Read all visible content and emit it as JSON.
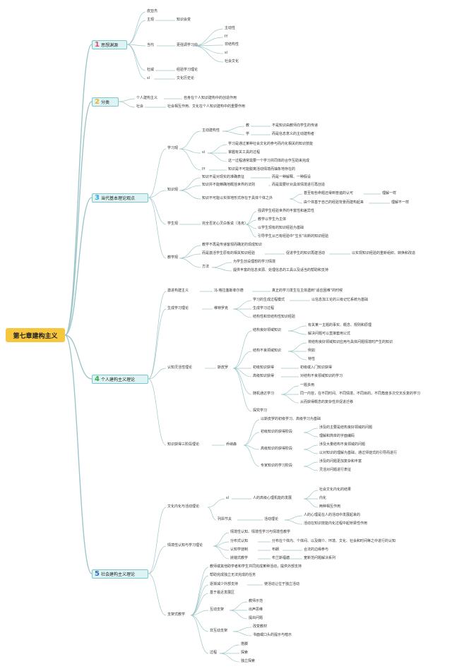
{
  "colors": {
    "line": "#9ec6c9",
    "root_bg": "#f7c63f",
    "section_bg": "#def3f4",
    "section_border": "#7cc9cd",
    "num1": "#e8496a",
    "num2": "#f0b323",
    "num3": "#3aa7d9",
    "num4": "#37a84a",
    "num5": "#2f6fb5"
  },
  "root": {
    "label": "第七章建构主义"
  },
  "sections": [
    {
      "num": "1",
      "label": "思想渊源"
    },
    {
      "num": "2",
      "label": "分类"
    },
    {
      "num": "3",
      "label": "当代基本理论观点"
    },
    {
      "num": "4",
      "label": "个人建构主义理论"
    },
    {
      "num": "5",
      "label": "社会建构主义理论"
    }
  ],
  "s1": {
    "a": "皮亚杰",
    "b": "主观",
    "b1": "知识会变",
    "c": "当代",
    "c1": "更强调学习中",
    "c1a": "主动性",
    "c1b": "IY",
    "c1c": "非结构性",
    "c1d": "sl",
    "c1e": "社会文化",
    "d": "杜威",
    "d1": "经验学习理论",
    "e": "sl",
    "e1": "文化历史论"
  },
  "s2": {
    "a": "个人建构主义",
    "a1": "自身在个人知识建构中的创造作用",
    "b": "社会",
    "b1": "社会相互作用、文化在个人知识建构中的重要作用"
  },
  "s3": {
    "xx": "学习观",
    "xx1": "主动建构性",
    "xx1a": "教",
    "xx1a1": "不是知识由教师向学生的传递",
    "xx1b": "学",
    "xx1b1": "而是信息意义的主动建构者",
    "xx2": "sl",
    "xx2a": "学习是通过某种社会文化的参与而内化相关的知识技能",
    "xx2b": "掌握有关工具的过程",
    "xx2c": "这一过程通常需要一个学习共同体的合作互助来完成",
    "xx3": "IY",
    "xx3a": "知识是不可能脱离活动情境而抽象地存在的",
    "zs": "知识观",
    "zs1": "知识不是对现实的准确表征",
    "zs1a": "而是一种解释、一种假设",
    "zs2": "知识并不能精确地概括世界的法则",
    "zs2a": "而是需要针对具体情境进行再创造",
    "zs3": "知识不可能以实体地形式存在于具体个体之外",
    "zs3a": "甚至有些命题还得到普遍的认可",
    "zs3a1": "理解一样",
    "zs3b": "由个体基于自己的经验背景而建构起来",
    "zs3b1": "理解不一样",
    "xs": "学生观",
    "xs1": "完全否定心灵白板说（洛克）",
    "xs1a": "强调学生经验世界的丰富性和差异性",
    "xs1b": "教学以学生为主体",
    "xs1c": "以学生现有的知识经验为基础",
    "xs1d": "引导学生从已有经验中“生长”出新的知识经验",
    "jx": "教学观",
    "jx1": "教学不再是传递客观而确定的现成知识",
    "jx2": "而是激活学生原有的相关知识经验",
    "jx2a": "促进学生的知识再建活动",
    "jx2b": "以实现知识经验的重新组织、转换和改造",
    "jx3": "方法",
    "jx3a": "为学生创设理想的学习情境",
    "jx3b": "提供丰富的信息资源、处理信息的工具以及适当的帮助和支持"
  },
  "s4": {
    "a": "激进构建主义",
    "a1": "冯·格拉塞斯菲尔德",
    "a2": "真正的学习发生在主体遇到“适应困难”的时候",
    "b": "生成学习理论",
    "b1": "维特罗克",
    "b1a": "学习的生成过程模式",
    "b1a1": "以信息加工论的三级记忆系统为基础",
    "b1b": "生成学习过程",
    "b1c": "结构性和非结构性知识经验",
    "c": "认知灵活性理论",
    "c1": "斯皮罗",
    "c1a": "结构良好领域知识",
    "c1a1": "有关某一主题的事实、概念、规则和原理",
    "c1a2": "解决问题可以直接套用公式",
    "c1b": "结构不良领域知识",
    "c1b1": "将结构良好领域知识应用与具体问题情境时产生的知识",
    "c1b2": "例如",
    "c1b3": "特性",
    "c1c": "初级知识获得",
    "c1c1": "初级或入门知识获得",
    "c1d": "高级知识获得",
    "c1d1": "对结构不良领域知识的学习",
    "c1e": "随机通达学习",
    "c1e1": "一题多用",
    "c1e2": "同一内容，在不同时间、不同情境、不同目的、不同角度多次交叉反复的学习",
    "c1e3": "从而获得概念的复杂性并促进迁移",
    "c1f": "探究学习",
    "d": "知识获得三阶段理论",
    "d1": "乔纳森",
    "d1a": "以斯皮罗的初级学习、高级学习为基础",
    "d1b": "初级知识的获得阶段",
    "d1b1": "涉及的主要是结构良好领域的问题",
    "d1b2": "理解和简单的字面编码",
    "d1c": "高级知识的获得阶段",
    "d1c1": "涉及大量结构不良领域的问题",
    "d1c2": "以对知识的理解为基础，通过师徒式的引导而进行",
    "d1d": "专家知识的学习阶段",
    "d1d1": "涉及的问题更加复杂和丰富",
    "d1d2": "灵活对问题进行表征"
  },
  "s5": {
    "a": "文化内化与活动理论",
    "a1": "sl",
    "a1a": "人的高级心理机能的发展",
    "a1a1": "社会文化内化的结果",
    "a1a2": "内化",
    "a1a3": "两种相互作用",
    "a2": "列昂节夫",
    "a2a": "活动理论",
    "a2a1": "人的心理是在人的活动中发展起来的",
    "a2a2": "活动在知识技能内化过程中起桥梁性作用",
    "b": "情境性认知与学习理论",
    "b1": "情境性认知、情境性学习与情境性教学",
    "b2": "分布式认知",
    "b2a": "分布在个体内、个体间、以及媒介、环境、文化、社会和时间等之中进行的认知",
    "b3": "认知学徒制",
    "b3a": "布朗",
    "b3a1": "合法的边缘参与",
    "b4": "抛锚式教学",
    "b4a": "布兰斯福德",
    "b4a1": "宽新范问题解决系列",
    "c": "支架式教学",
    "c1": "教师或其他助学者和学生共同完成某种活动，提供外部支持",
    "c2": "帮助完成独立无法完成的任务",
    "c3": "逐渐减少外部支持",
    "c3a": "使活动让位于独立活动",
    "c4": "基于最近发展区",
    "c5": "互动支架",
    "c5a": "教师示范",
    "c5b": "出声思维",
    "c5c": "提出问题",
    "c6": "非互动支架",
    "c6a": "改变教材",
    "c6b": "书面或口头的提示与暗示",
    "c7": "过程",
    "c7a": "搭脚",
    "c7b": "探索",
    "c7c": "独立探索"
  }
}
